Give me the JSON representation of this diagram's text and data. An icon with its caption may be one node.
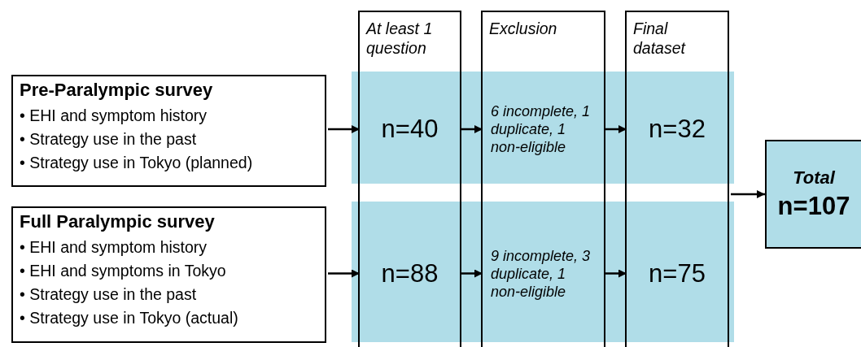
{
  "diagram": {
    "nodes": [
      {
        "text": [
          "Pre-Paralympic survey",
          "• EHI and symptom history",
          "• Strategy use in the past",
          "• Strategy use in Tokyo (planned)"
        ]
      },
      {
        "text": [
          "Full Paralympic survey",
          "• EHI and symptom history",
          "• EHI and symptoms in Tokyo",
          "• Strategy use in the past",
          "• Strategy use in Tokyo (actual)"
        ]
      },
      {
        "text": [
          "At least 1 question"
        ]
      },
      {
        "text": [
          "Exclusion"
        ]
      },
      {
        "text": [
          "Final dataset"
        ]
      },
      {
        "text": [
          "n=40"
        ],
        "in": 2
      },
      {
        "text": [
          "6 incomplete, 1 duplicate, 1 non-eligible"
        ],
        "in": 3
      },
      {
        "text": [
          "n=32"
        ],
        "in": 4
      },
      {
        "text": [
          "Total",
          "n=107"
        ]
      },
      {
        "text": [
          "n=88"
        ],
        "in": 2
      },
      {
        "text": [
          "9 incomplete, 3 duplicate, 1 non-eligible"
        ],
        "in": 3
      },
      {
        "text": [
          "n=75"
        ],
        "in": 4
      }
    ],
    "edges": [
      {
        "from": 0,
        "to": 5,
        "arrow": "to"
      },
      {
        "from": 5,
        "to": 6,
        "arrow": "to"
      },
      {
        "from": 6,
        "to": 7,
        "arrow": "to"
      },
      {
        "from": 4,
        "to": 8,
        "arrow": "to"
      },
      {
        "from": 1,
        "to": 9,
        "arrow": "to"
      },
      {
        "from": 9,
        "to": 10,
        "arrow": "to"
      },
      {
        "from": 10,
        "to": 11,
        "arrow": "to"
      }
    ]
  }
}
